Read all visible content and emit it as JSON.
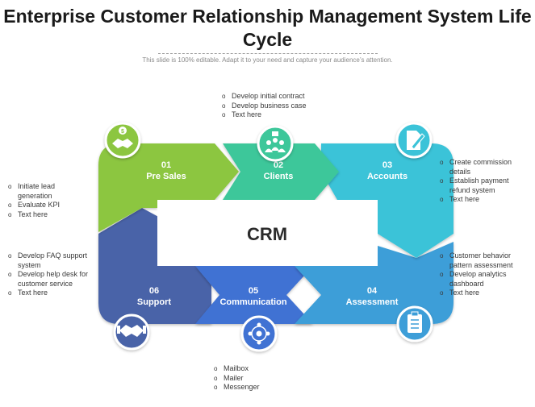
{
  "title": "Enterprise Customer Relationship Management System Life Cycle",
  "subtitle": "This slide is 100% editable. Adapt it to your need and capture your audience’s attention.",
  "center_label": "CRM",
  "stages": [
    {
      "number": "01",
      "name": "Pre Sales",
      "color": "#8cc63f",
      "icon": "handshake-dollar-icon"
    },
    {
      "number": "02",
      "name": "Clients",
      "color": "#3cc79a",
      "icon": "client-group-icon"
    },
    {
      "number": "03",
      "name": "Accounts",
      "color": "#3bc3d8",
      "icon": "document-pen-icon"
    },
    {
      "number": "04",
      "name": "Assessment",
      "color": "#3c9ed8",
      "icon": "clipboard-checklist-icon"
    },
    {
      "number": "05",
      "name": "Communication",
      "color": "#3f72d3",
      "icon": "network-people-icon"
    },
    {
      "number": "06",
      "name": "Support",
      "color": "#4a63a8",
      "icon": "handshake-icon"
    }
  ],
  "notes": {
    "pre_sales": [
      "Initiate lead generation",
      "Evaluate KPI",
      "Text here"
    ],
    "clients": [
      "Develop initial contract",
      "Develop business case",
      "Text here"
    ],
    "accounts": [
      "Create commission details",
      "Establish payment refund system",
      "Text here"
    ],
    "assessment": [
      "Customer behavior pattern assessment",
      "Develop analytics dashboard",
      "Text here"
    ],
    "communication": [
      "Mailbox",
      "Mailer",
      "Messenger"
    ],
    "support": [
      "Develop FAQ support system",
      "Develop help desk for customer service",
      "Text here"
    ]
  }
}
